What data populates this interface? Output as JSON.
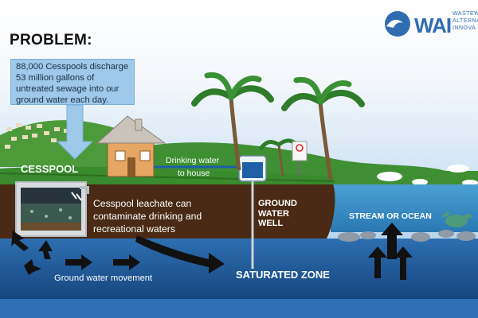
{
  "logo": {
    "word": "WAI",
    "line1": "WASTEW",
    "line2": "ALTERNAT",
    "line3": "INNOVA"
  },
  "title": "PROBLEM:",
  "callout": "88,000 Cesspools discharge 53 million gallons of untreated sewage into our ground water each day.",
  "labels": {
    "cesspool": "CESSPOOL",
    "drinking_water_line1": "Drinking water",
    "drinking_water_line2": "to house",
    "leachate": "Cesspool leachate can contaminate drinking and recreational waters",
    "ground_water_well": "GROUND WATER WELL",
    "stream_or_ocean": "STREAM OR OCEAN",
    "ground_water_movement": "Ground water movement",
    "saturated_zone": "SATURATED ZONE"
  },
  "colors": {
    "sky": "#cfe3f4",
    "grass": "#3a8a2e",
    "soil": "#4a2a14",
    "groundwater": "#1f5fa3",
    "ocean": "#2f7fb8",
    "callout": "#9ec9ea",
    "brand_blue": "#2f6db0"
  }
}
